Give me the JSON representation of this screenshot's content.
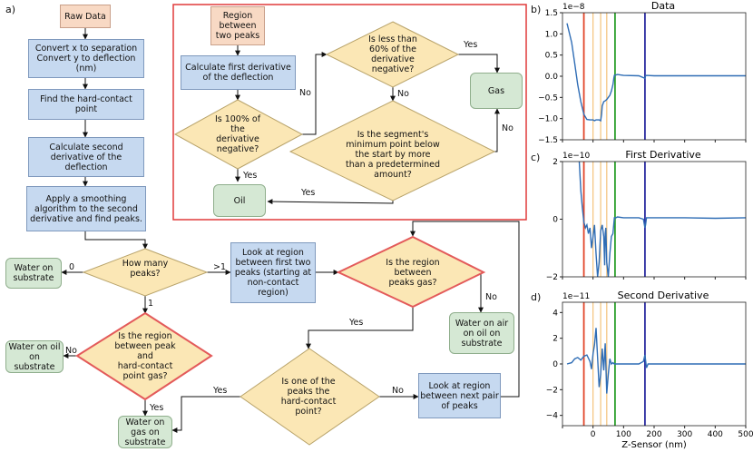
{
  "panels": {
    "a": "a)",
    "b": "b)",
    "c": "c)",
    "d": "d)"
  },
  "flow": {
    "raw_data": "Raw Data",
    "convert": "Convert x to separation\nConvert y to deflection\n(nm)",
    "find_hard": "Find the hard-contact\npoint",
    "calc_second": "Calculate second\nderivative of the\ndeflection",
    "smoothing": "Apply a smoothing\nalgorithm to the second\nderivative and find peaks.",
    "how_many": "How many\npeaks?",
    "water_substrate": "Water on\nsubstrate",
    "look_first_two": "Look at region\nbetween first two\npeaks (starting at\nnon-contact\nregion)",
    "is_region_gas": "Is the region\nbetween\npeaks gas?",
    "water_air_oil": "Water on air\non oil on\nsubstrate",
    "is_region_peak_hard": "Is the region\nbetween peak\nand\nhard-contact\npoint gas?",
    "water_oil_sub": "Water on oil\non\nsubstrate",
    "water_gas_sub": "Water on\ngas on\nsubstrate",
    "is_one_peak": "Is one of the\npeaks the\nhard-contact\npoint?",
    "look_next": "Look at region\nbetween next pair\nof peaks",
    "region_two": "Region\nbetween\ntwo peaks",
    "calc_first": "Calculate first derivative\nof the deflection",
    "is_100": "Is 100% of\nthe\nderivative\nnegative?",
    "less_60": "Is less than\n60% of the\nderivative\nnegative?",
    "gas": "Gas",
    "oil": "Oil",
    "segment_min": "Is the segment's\nminimum point below\nthe start by more\nthan a predetermined\namount?",
    "edge_labels": {
      "zero": "0",
      "gt1": ">1",
      "one": "1",
      "yes_gas_region": "Yes",
      "no_gas_region": "No",
      "no_hard": "No",
      "yes_hard": "Yes",
      "yes_onepeak": "Yes",
      "no_onepeak": "No",
      "no_100": "No",
      "yes_100": "Yes",
      "yes_60": "Yes",
      "no_60": "No",
      "yes_seg": "Yes",
      "no_seg": "No"
    }
  },
  "colors": {
    "blue": "#c6d9f0",
    "orange": "#f8d9c4",
    "diamond": "#fbe7b5",
    "green": "#d5e8d4",
    "red_frame": "#e03a3a",
    "line": "#2f6db5"
  },
  "chart_data": [
    {
      "type": "line",
      "title": "Data",
      "scale_label": "1e−8",
      "ylim": [
        -1.5,
        1.5
      ],
      "xlim": [
        -100,
        500
      ],
      "yticks": [
        1.5,
        1.0,
        0.5,
        0.0,
        -0.5,
        -1.0,
        -1.5
      ],
      "ytick_labels": [
        "1.5",
        "1.0",
        "0.5",
        "0.0",
        "−0.5",
        "−1.0",
        "−1.5"
      ],
      "x": [
        -85,
        -70,
        -60,
        -50,
        -40,
        -30,
        -20,
        -10,
        0,
        5,
        10,
        20,
        25,
        28,
        30,
        35,
        40,
        45,
        50,
        55,
        60,
        65,
        68,
        70,
        75,
        80,
        100,
        150,
        170,
        172,
        175,
        200,
        300,
        400,
        500
      ],
      "y": [
        1.25,
        0.8,
        0.3,
        -0.2,
        -0.6,
        -0.9,
        -1.02,
        -1.03,
        -1.03,
        -1.05,
        -1.03,
        -1.03,
        -1.05,
        -0.9,
        -0.7,
        -0.6,
        -0.58,
        -0.55,
        -0.5,
        -0.45,
        -0.35,
        -0.2,
        -0.05,
        0.02,
        0.03,
        0.04,
        0.02,
        0.01,
        -0.05,
        0.01,
        0.02,
        0.01,
        0.01,
        0.01,
        0.01
      ]
    },
    {
      "type": "line",
      "title": "First Derivative",
      "scale_label": "1e−10",
      "ylim": [
        -2,
        2
      ],
      "xlim": [
        -100,
        500
      ],
      "yticks": [
        2,
        0,
        -2
      ],
      "ytick_labels": [
        "2",
        "0",
        "−2"
      ],
      "x": [
        -45,
        -40,
        -35,
        -30,
        -25,
        -20,
        -15,
        -10,
        -5,
        0,
        5,
        10,
        15,
        20,
        25,
        30,
        35,
        38,
        40,
        42,
        45,
        50,
        55,
        60,
        65,
        70,
        75,
        80,
        100,
        150,
        165,
        170,
        172,
        175,
        200,
        300,
        400,
        500
      ],
      "y": [
        2.0,
        1.0,
        0.4,
        -0.1,
        -0.3,
        -0.2,
        -0.5,
        -0.3,
        -1.0,
        -0.6,
        -0.2,
        -1.2,
        -2.0,
        -1.5,
        -0.4,
        -0.2,
        -0.6,
        -1.6,
        -0.5,
        -0.3,
        -1.5,
        -2.0,
        -1.2,
        -0.6,
        -0.5,
        0.05,
        0.05,
        0.08,
        0.05,
        0.05,
        0.0,
        -0.3,
        -0.2,
        0.05,
        0.05,
        0.05,
        0.03,
        0.05
      ]
    },
    {
      "type": "line",
      "title": "Second Derivative",
      "scale_label": "1e−11",
      "ylim": [
        -4.8,
        4.8
      ],
      "xlim": [
        -100,
        500
      ],
      "yticks": [
        4,
        2,
        0,
        -2,
        -4
      ],
      "ytick_labels": [
        "4",
        "2",
        "0",
        "−2",
        "−4"
      ],
      "x": [
        -85,
        -70,
        -60,
        -50,
        -40,
        -30,
        -20,
        -10,
        -5,
        0,
        5,
        10,
        15,
        20,
        25,
        30,
        35,
        40,
        45,
        50,
        55,
        60,
        65,
        70,
        80,
        100,
        150,
        165,
        170,
        175,
        180,
        200,
        300,
        400,
        500
      ],
      "y": [
        0.0,
        0.1,
        0.4,
        0.5,
        0.3,
        0.6,
        0.7,
        0.2,
        -0.4,
        0.8,
        1.5,
        2.8,
        0.5,
        -1.8,
        -0.8,
        1.2,
        -0.5,
        1.6,
        -2.3,
        -0.8,
        0.4,
        0.0,
        0.1,
        0.0,
        0.0,
        0.0,
        0.0,
        0.2,
        0.7,
        -0.3,
        0.0,
        0.0,
        0.0,
        0.0,
        0.0
      ]
    }
  ],
  "chart_common": {
    "xlabel": "Z-Sensor (nm)",
    "xticks": [
      -100,
      0,
      100,
      200,
      300,
      400,
      500
    ],
    "xtick_labels": [
      "",
      "0",
      "100",
      "200",
      "300",
      "400",
      "500"
    ],
    "vlines": [
      {
        "x": -30,
        "color": "#e2462a"
      },
      {
        "x": 0,
        "color": "#f3c27a"
      },
      {
        "x": 25,
        "color": "#f3c27a"
      },
      {
        "x": 45,
        "color": "#f3c27a"
      },
      {
        "x": 72,
        "color": "#2ca02c"
      },
      {
        "x": 170,
        "color": "#2b2ca0"
      }
    ]
  }
}
